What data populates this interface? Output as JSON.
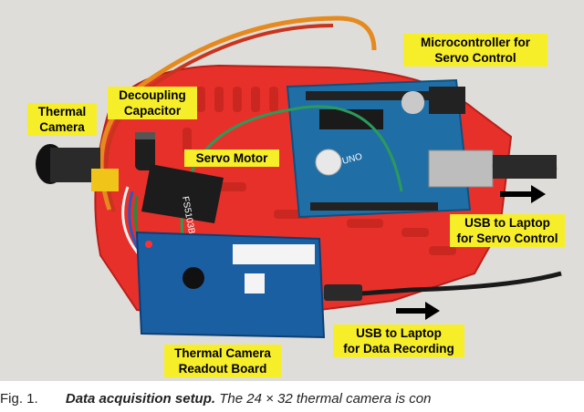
{
  "labels": {
    "microcontroller": "Microcontroller for\nServo Control",
    "decoupling": "Decoupling\nCapacitor",
    "thermal_camera": "Thermal\nCamera",
    "servo_motor": "Servo Motor",
    "usb_servo": "USB to Laptop\nfor Servo Control",
    "usb_data": "USB to Laptop\nfor Data Recording",
    "readout_board": "Thermal Camera\nReadout Board"
  },
  "caption": {
    "figure": "Fig. 1.",
    "bold": "Data acquisition setup.",
    "rest": " The 24 × 32 thermal camera is con"
  },
  "colors": {
    "label_bg": "#f7ee2a",
    "base_plate": "#e8302a",
    "arduino": "#1f6fa6",
    "readout_board": "#1b5fa3",
    "background": "#e0dedb"
  }
}
